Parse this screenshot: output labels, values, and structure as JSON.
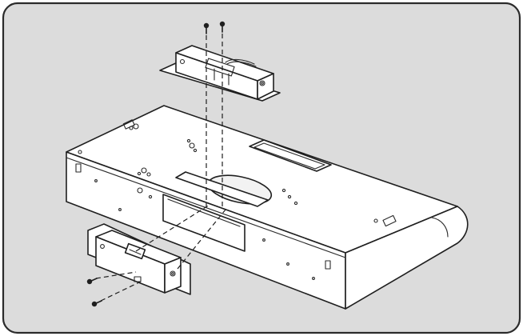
{
  "figure": {
    "type": "installation-diagram",
    "colors": {
      "frame_background": "#dcdcdc",
      "frame_border": "#2b2b2b",
      "line": "#1f1f1f",
      "part_fill": "#ffffff"
    },
    "parts": [
      {
        "id": "hood-body",
        "icon": "range-hood-body"
      },
      {
        "id": "top-module",
        "icon": "top-bracket-module"
      },
      {
        "id": "front-module",
        "icon": "front-bracket-module"
      },
      {
        "id": "screws-top",
        "count": 2
      },
      {
        "id": "screws-front",
        "count": 2
      }
    ]
  }
}
